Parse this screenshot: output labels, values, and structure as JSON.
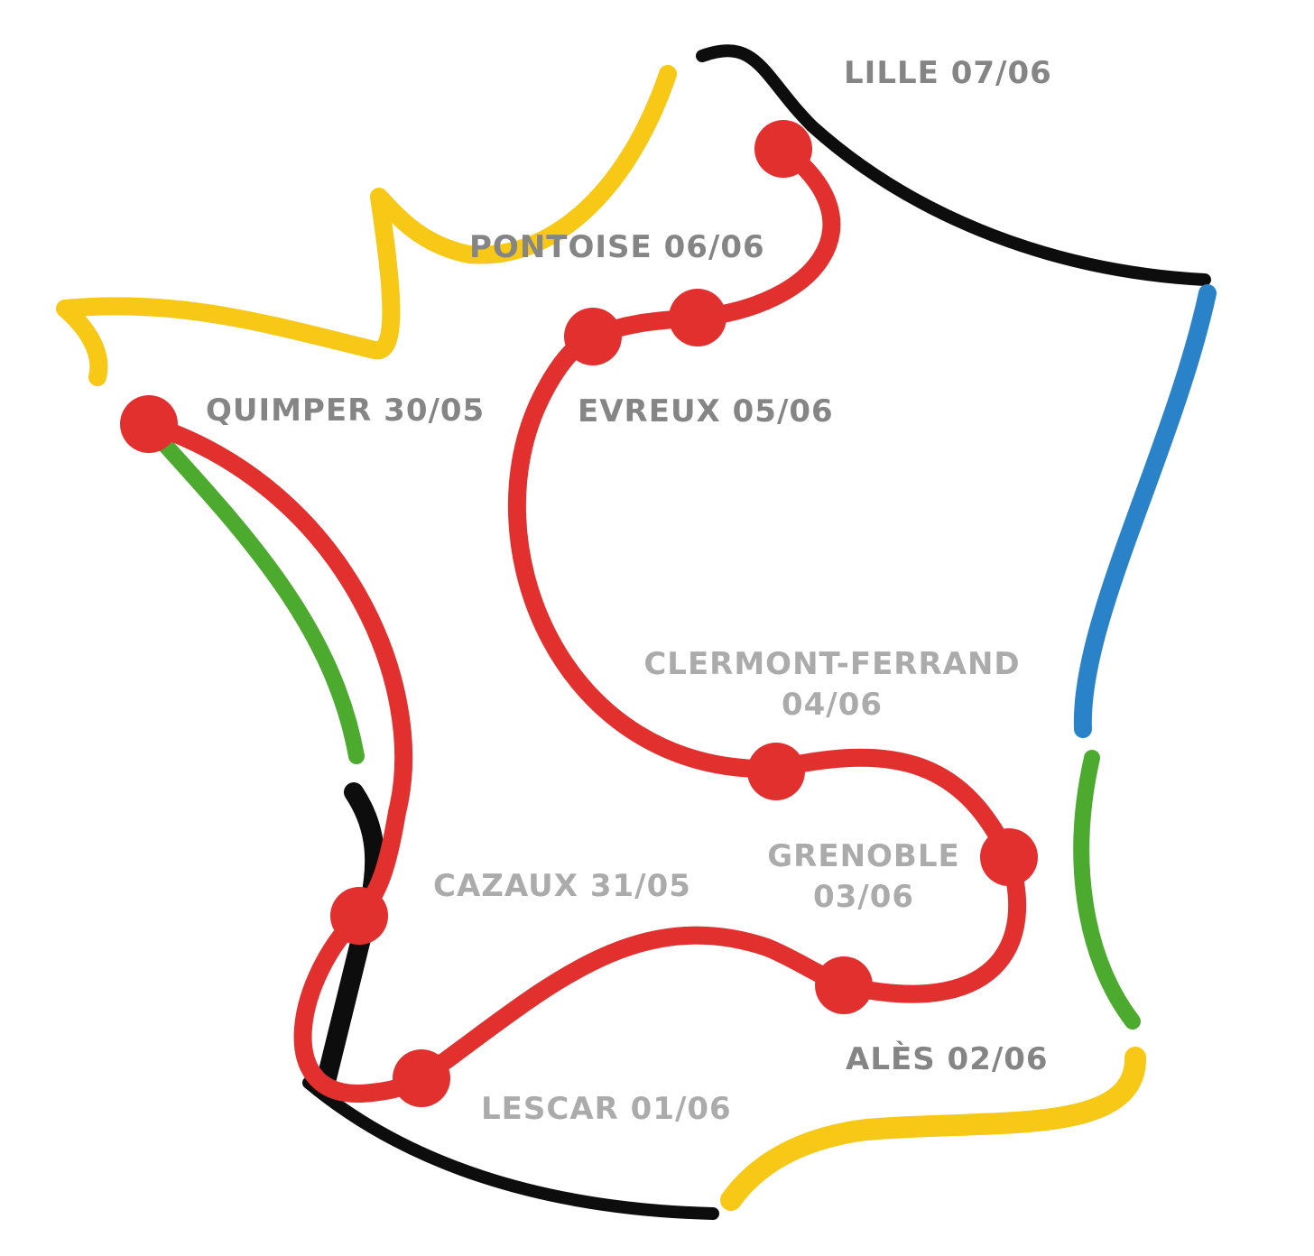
{
  "colors": {
    "route": "#e2302f",
    "yellow": "#f7c815",
    "black": "#0d0d0d",
    "blue": "#2a83c9",
    "green": "#4caa2e",
    "label_dark": "#858585",
    "label_light": "#ababab"
  },
  "stops": {
    "lille": {
      "city": "LILLE",
      "date": "07/06"
    },
    "pontoise": {
      "city": "PONTOISE",
      "date": "06/06"
    },
    "quimper": {
      "city": "QUIMPER",
      "date": "30/05"
    },
    "evreux": {
      "city": "EVREUX",
      "date": "05/06"
    },
    "clermont": {
      "city": "CLERMONT-FERRAND",
      "date": "04/06"
    },
    "grenoble": {
      "city": "GRENOBLE",
      "date": "03/06"
    },
    "cazaux": {
      "city": "CAZAUX",
      "date": "31/05"
    },
    "ales": {
      "city": "ALÈS",
      "date": "02/06"
    },
    "lescar": {
      "city": "LESCAR",
      "date": "01/06"
    }
  }
}
